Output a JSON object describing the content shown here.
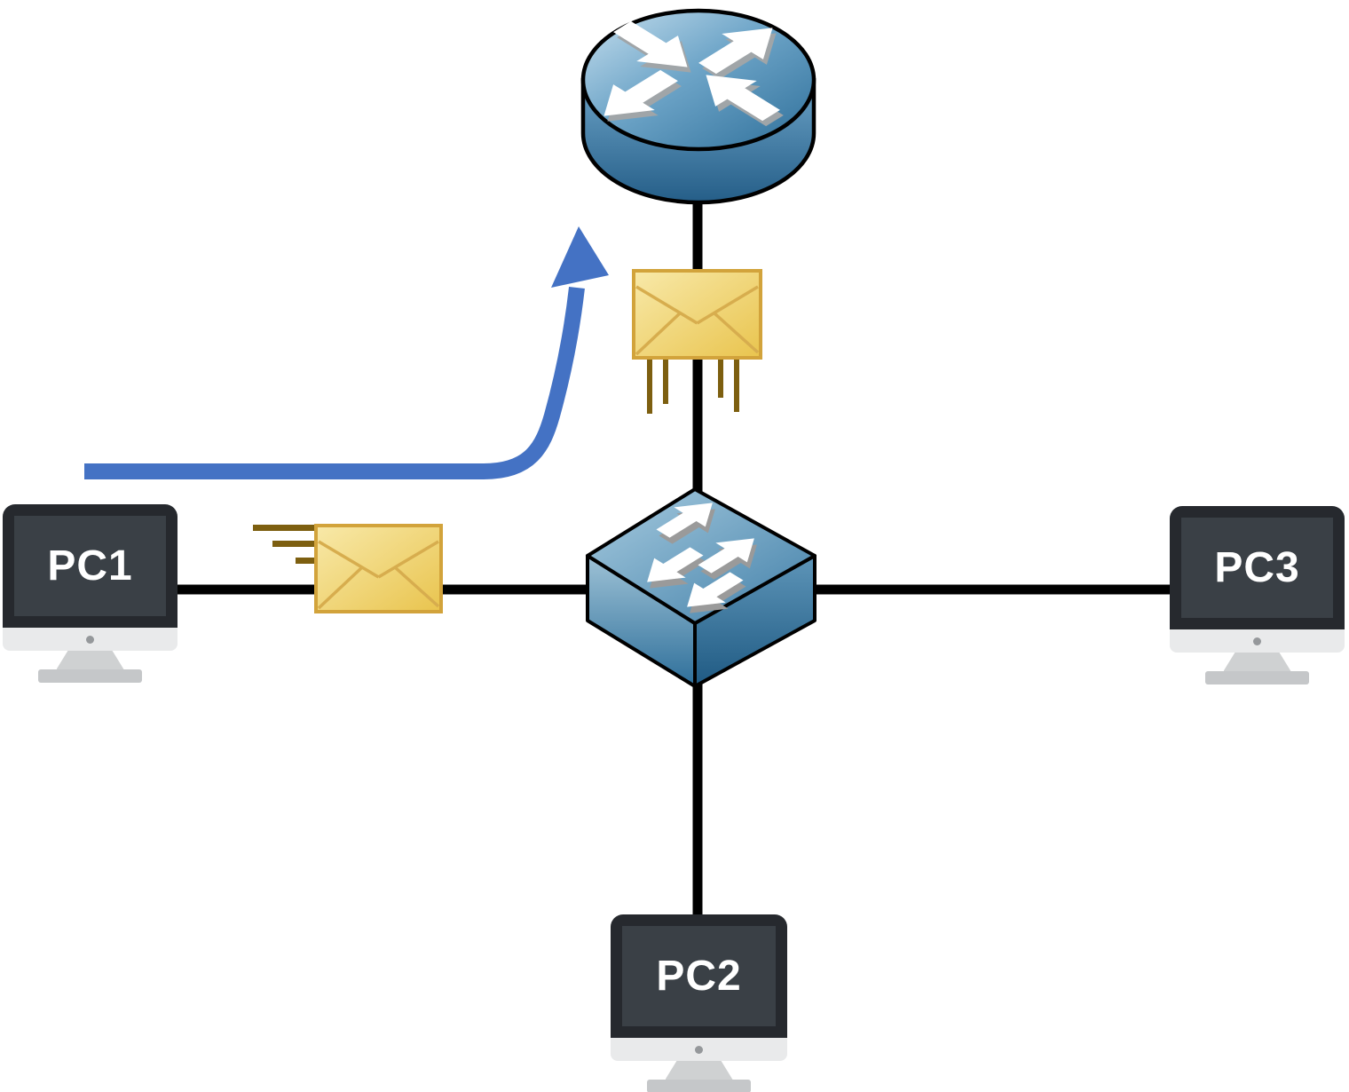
{
  "diagram": {
    "type": "network-topology",
    "background": "#ffffff",
    "devices": {
      "router": {
        "icon": "router-icon"
      },
      "switch": {
        "icon": "switch-icon"
      },
      "pc1": {
        "label": "PC1"
      },
      "pc2": {
        "label": "PC2"
      },
      "pc3": {
        "label": "PC3"
      }
    },
    "links": [
      {
        "from": "pc1",
        "to": "switch"
      },
      {
        "from": "switch",
        "to": "pc3"
      },
      {
        "from": "router",
        "to": "switch"
      },
      {
        "from": "switch",
        "to": "pc2"
      }
    ],
    "packets": [
      {
        "icon": "envelope-icon",
        "on_link": "pc1-switch",
        "motion": "moving-right"
      },
      {
        "icon": "envelope-icon",
        "on_link": "switch-router",
        "motion": "moving-up"
      }
    ],
    "flow_annotation": {
      "icon": "curved-arrow-icon",
      "from": "pc1",
      "to": "router"
    },
    "colors": {
      "link": "#000000",
      "device_blue": "#4a86ad",
      "envelope_fill_light": "#f8e9a9",
      "envelope_fill_dark": "#e9c44e",
      "envelope_border": "#d2a33b",
      "motion_trail": "#7d5f10",
      "flow_arrow": "#4472c4",
      "pc_bezel": "#26292e",
      "pc_screen": "#3a4046",
      "pc_label_text": "#ffffff"
    }
  }
}
